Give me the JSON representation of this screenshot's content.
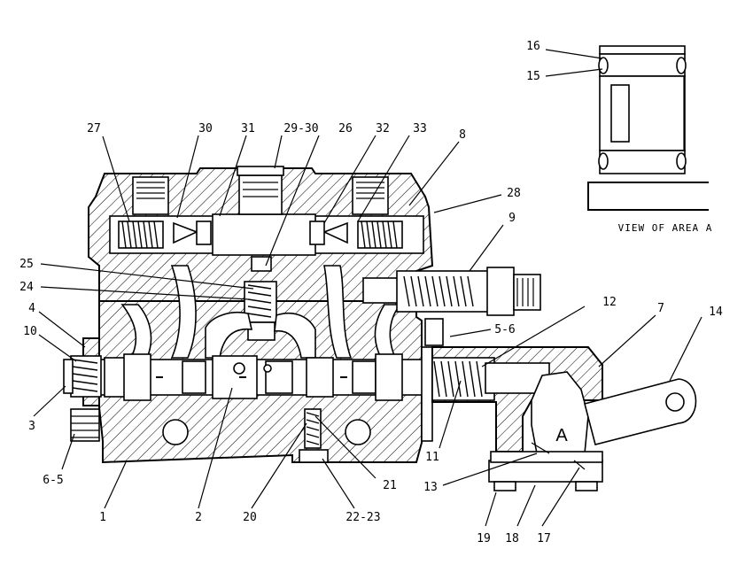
{
  "view_caption": "VIEW OF AREA A",
  "area_marker": "A",
  "callouts": [
    {
      "id": "c16",
      "text": "16"
    },
    {
      "id": "c15",
      "text": "15"
    },
    {
      "id": "c27",
      "text": "27"
    },
    {
      "id": "c30",
      "text": "30"
    },
    {
      "id": "c31",
      "text": "31"
    },
    {
      "id": "c29_30",
      "text": "29-30"
    },
    {
      "id": "c26",
      "text": "26"
    },
    {
      "id": "c32",
      "text": "32"
    },
    {
      "id": "c33",
      "text": "33"
    },
    {
      "id": "c8",
      "text": "8"
    },
    {
      "id": "c28",
      "text": "28"
    },
    {
      "id": "c9",
      "text": "9"
    },
    {
      "id": "c25",
      "text": "25"
    },
    {
      "id": "c24",
      "text": "24"
    },
    {
      "id": "c12",
      "text": "12"
    },
    {
      "id": "c7",
      "text": "7"
    },
    {
      "id": "c14",
      "text": "14"
    },
    {
      "id": "c4",
      "text": "4"
    },
    {
      "id": "c10",
      "text": "10"
    },
    {
      "id": "c5_6",
      "text": "5-6"
    },
    {
      "id": "c3",
      "text": "3"
    },
    {
      "id": "c6_5",
      "text": "6-5"
    },
    {
      "id": "c11",
      "text": "11"
    },
    {
      "id": "c21",
      "text": "21"
    },
    {
      "id": "c13",
      "text": "13"
    },
    {
      "id": "c1",
      "text": "1"
    },
    {
      "id": "c2",
      "text": "2"
    },
    {
      "id": "c20",
      "text": "20"
    },
    {
      "id": "c22_23",
      "text": "22-23"
    },
    {
      "id": "c19",
      "text": "19"
    },
    {
      "id": "c18",
      "text": "18"
    },
    {
      "id": "c17",
      "text": "17"
    }
  ]
}
